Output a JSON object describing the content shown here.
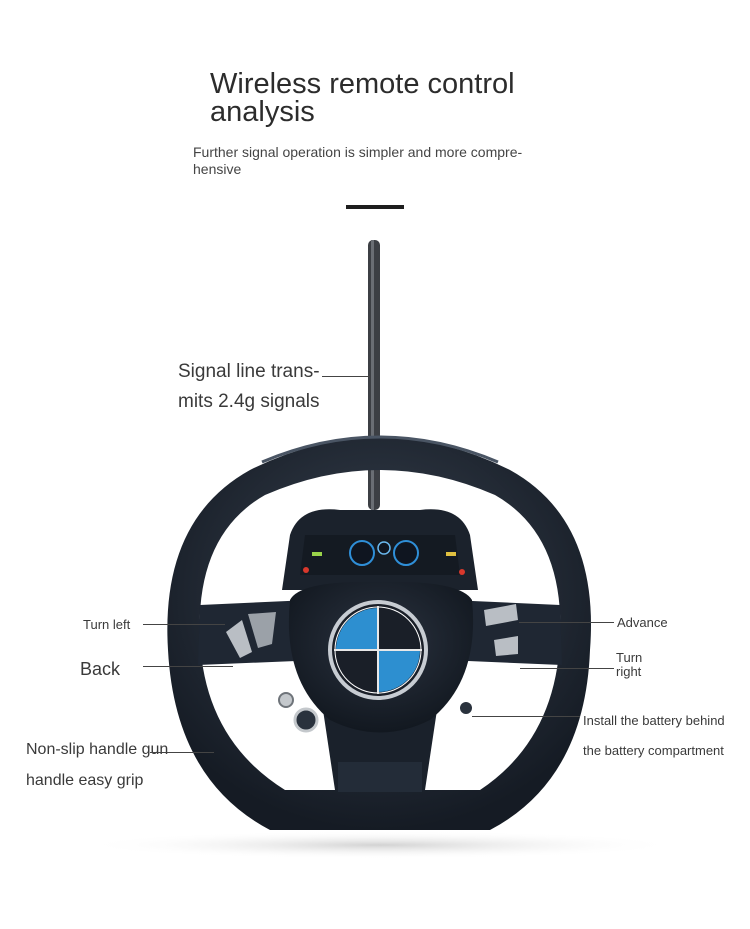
{
  "header": {
    "title_line1": "Wireless remote control",
    "title_line2": "analysis",
    "subtitle_line1": "Further signal operation is simpler and more compre-",
    "subtitle_line2": "hensive"
  },
  "callouts": {
    "signal_line1": "Signal line trans-",
    "signal_line2": "mits 2.4g signals",
    "turn_left": "Turn left",
    "back": "Back",
    "advance": "Advance",
    "turn_right_line1": "Turn",
    "turn_right_line2": "right",
    "grip_line1": "Non-slip handle gun",
    "grip_line2": "handle easy grip",
    "battery_line1": "Install the battery behind",
    "battery_line2": "the battery compartment"
  },
  "colors": {
    "wheel_body": "#1c2430",
    "wheel_rim_highlight": "#3a4452",
    "logo_blue": "#2d8fd0",
    "logo_dark": "#1a1f28",
    "button_silver": "#b9bec4",
    "antenna": "#3c3f44"
  },
  "icons": {
    "logo": "blue-white-roundel-logo",
    "dash_gauges": "dashboard-gauges",
    "arrow_buttons": "arrow-buttons"
  }
}
